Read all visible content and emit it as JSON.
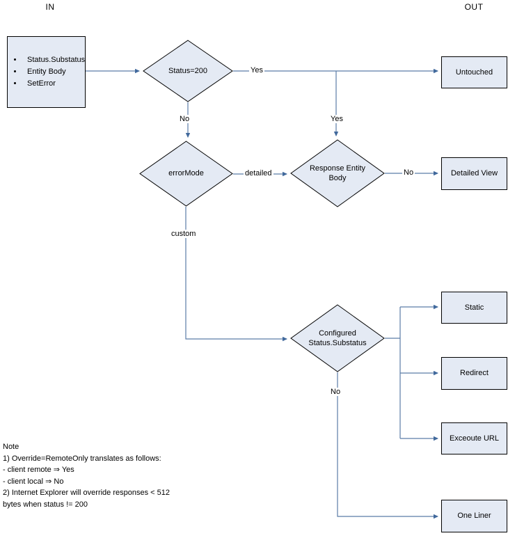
{
  "diagram": {
    "title_in": "IN",
    "title_out": "OUT",
    "accent_fill": "#e4eaf4",
    "accent_stroke": "#000000",
    "wire_color": "#5b7ca6",
    "nodes": {
      "input": {
        "items": [
          "Status.Substatus",
          "Entity Body",
          "SetError"
        ]
      },
      "status200": {
        "label": "Status=200"
      },
      "error_mode": {
        "label": "errorMode"
      },
      "response_entity_body": {
        "label": "Response Entity\nBody"
      },
      "configured": {
        "label": "Configured\nStatus.Substatus"
      },
      "untouched": {
        "label": "Untouched"
      },
      "detailed_view": {
        "label": "Detailed\nView"
      },
      "static": {
        "label": "Static"
      },
      "redirect": {
        "label": "Redirect"
      },
      "execute_url": {
        "label": "Exceoute URL"
      },
      "one_liner": {
        "label": "One Liner"
      }
    },
    "edge_labels": {
      "status200_yes": "Yes",
      "status200_no": "No",
      "untouched_down_yes": "Yes",
      "error_mode_detailed": "detailed",
      "error_mode_custom": "custom",
      "reb_no": "No",
      "configured_no": "No"
    },
    "note": "Note\n1) Override=RemoteOnly translates as follows:\n- client remote ⇒ Yes\n- client local ⇒ No\n2) Internet Explorer will override responses < 512\nbytes when status != 200"
  }
}
